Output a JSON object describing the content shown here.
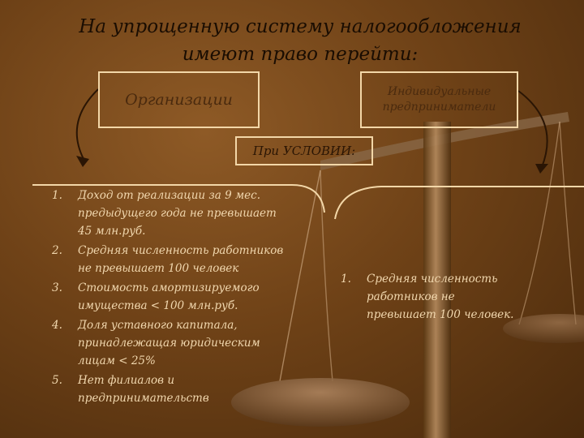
{
  "title": "На упрощенную систему налогообложения имеют право перейти:",
  "organizations_label": "Организации",
  "entrepreneurs_label": "Индивидуальные предприниматели",
  "conditions_label": "При УСЛОВИИ:",
  "organization_conditions": [
    {
      "num": "1.",
      "text": "Доход от реализации за 9 мес. предыдущего года не превышает 45 млн.руб."
    },
    {
      "num": "2.",
      "text": "Средняя численность работников не превышает 100 человек"
    },
    {
      "num": "3.",
      "text": "Стоимость амортизируемого имущества < 100 млн.руб."
    },
    {
      "num": "4.",
      "text": "Доля уставного капитала, принадлежащая юридическим лицам < 25%"
    },
    {
      "num": "5.",
      "text": "Нет филиалов и предпринимательств"
    }
  ],
  "entrepreneur_conditions": [
    {
      "num": "1.",
      "text": "Средняя численность работников не превышает 100 человек."
    }
  ],
  "colors": {
    "background": "#6f4217",
    "list_text": "#f1d7ae",
    "title_text": "#1a0d02",
    "box_border": "#f3d7a8"
  }
}
